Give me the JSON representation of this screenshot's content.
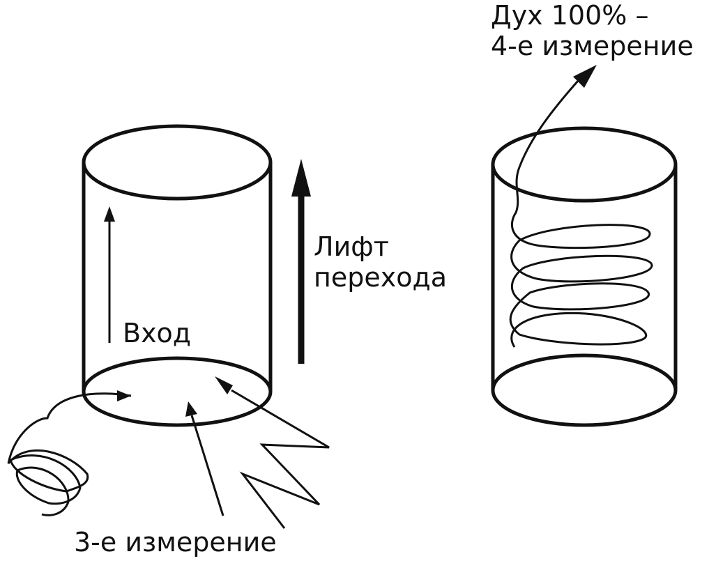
{
  "labels": {
    "entry": "Вход",
    "lift_line1": "Лифт",
    "lift_line2": "перехода",
    "spirit_line1": "Дух 100% –",
    "spirit_line2": "4-е измерение",
    "third_dimension": "3-е измерение"
  },
  "colors": {
    "ink": "#111111",
    "background": "#ffffff"
  }
}
